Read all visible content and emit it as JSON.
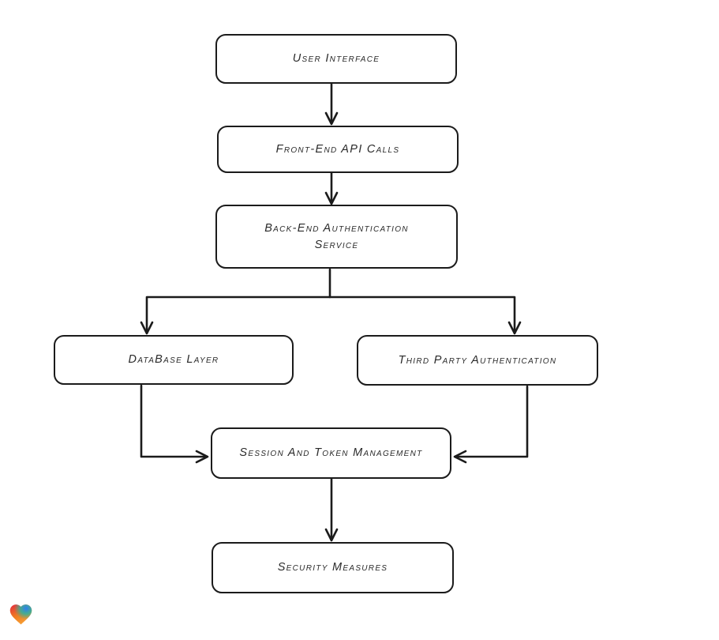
{
  "canvas": {
    "background": "#ffffff",
    "stroke_color": "#1b1b1b",
    "box_fill": "#ffffff",
    "text_color": "#2a2a2a"
  },
  "diagram": {
    "type": "flowchart",
    "nodes": [
      {
        "id": "user-interface",
        "label": "User Interface"
      },
      {
        "id": "front-end-api-calls",
        "label": "Front-End API Calls"
      },
      {
        "id": "back-end-authentication-service",
        "label": "Back-End Authentication Service"
      },
      {
        "id": "database-layer",
        "label": "DataBase Layer"
      },
      {
        "id": "third-party-authentication",
        "label": "Third Party Authentication"
      },
      {
        "id": "session-and-token-management",
        "label": "Session And Token Management"
      },
      {
        "id": "security-measures",
        "label": "Security Measures"
      }
    ],
    "edges": [
      {
        "from": "user-interface",
        "to": "front-end-api-calls"
      },
      {
        "from": "front-end-api-calls",
        "to": "back-end-authentication-service"
      },
      {
        "from": "back-end-authentication-service",
        "to": "database-layer"
      },
      {
        "from": "back-end-authentication-service",
        "to": "third-party-authentication"
      },
      {
        "from": "database-layer",
        "to": "session-and-token-management"
      },
      {
        "from": "third-party-authentication",
        "to": "session-and-token-management"
      },
      {
        "from": "session-and-token-management",
        "to": "security-measures"
      }
    ]
  },
  "logo": {
    "name": "gradient-heart-logo",
    "colors": {
      "red": "#e6333b",
      "blue": "#2f7ff0",
      "teal": "#2ab5a0",
      "orange": "#f7a136"
    }
  }
}
